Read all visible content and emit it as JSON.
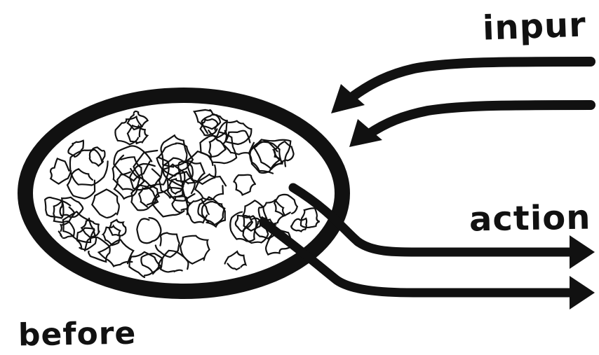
{
  "diagram": {
    "labels": {
      "input": "inpur",
      "action": "action",
      "before": "before"
    },
    "colors": {
      "ink": "#111111",
      "background": "#ffffff"
    }
  }
}
